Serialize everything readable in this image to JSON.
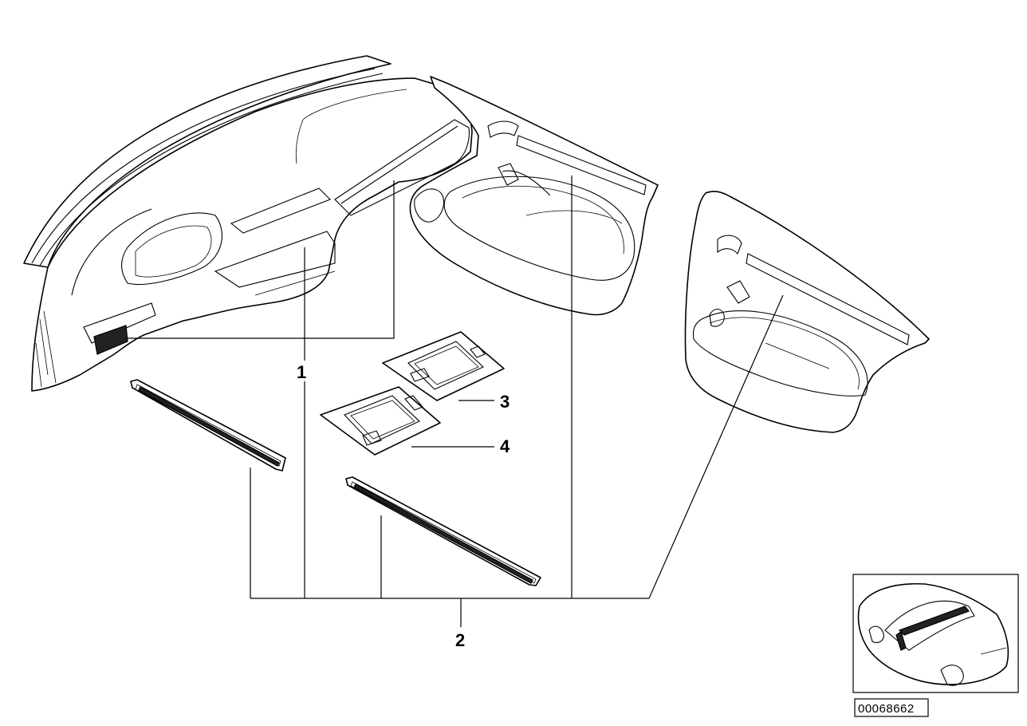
{
  "diagram": {
    "callouts": [
      "1",
      "2",
      "3",
      "4"
    ],
    "diagram_id": "00068662",
    "parts": [
      "dashboard",
      "front-door-panel",
      "rear-door-panel",
      "console-trim-3",
      "console-trim-4",
      "left-trim-strip",
      "center-trim-strip",
      "reference-car"
    ]
  }
}
